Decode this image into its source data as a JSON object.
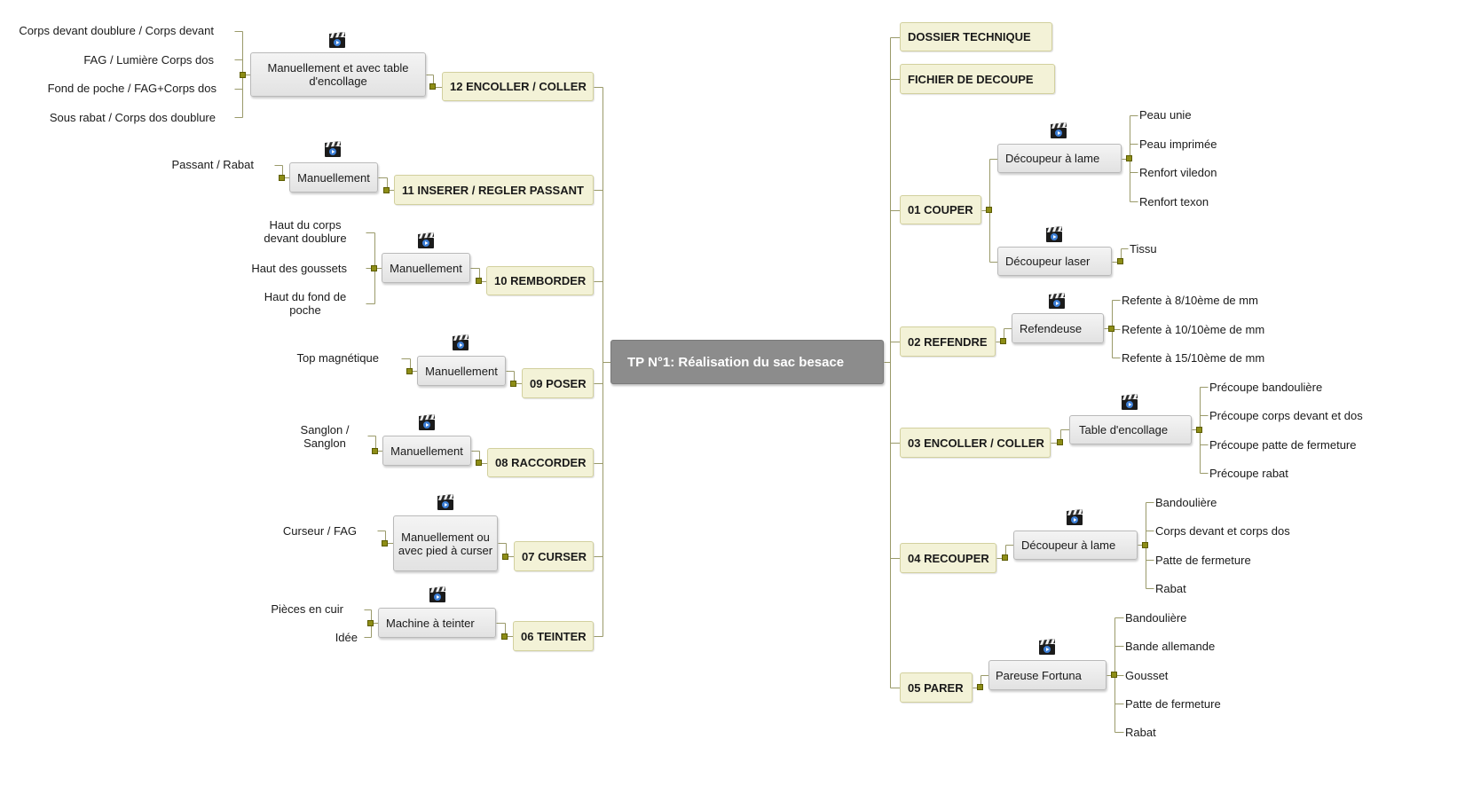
{
  "root": "TP N°1: Réalisation du sac besace",
  "icons": {
    "tool_icon": "video-clapper-icon",
    "expand_knob": "expand-square-icon"
  },
  "colors": {
    "root_bg": "#8c8c8c",
    "step_bg": "#f3f2d7",
    "step_border": "#d2d09e",
    "tool_bg": "#e8e8e8",
    "line": "#9a9a6a",
    "knob": "#8d8d16"
  },
  "right": [
    {
      "label": "DOSSIER TECHNIQUE",
      "tools": []
    },
    {
      "label": "FICHIER DE DECOUPE",
      "tools": []
    },
    {
      "label": "01 COUPER",
      "tools": [
        {
          "label": "Découpeur à lame",
          "items": [
            "Peau unie",
            "Peau imprimée",
            "Renfort viledon",
            "Renfort texon"
          ]
        },
        {
          "label": "Découpeur laser",
          "items": [
            "Tissu"
          ]
        }
      ]
    },
    {
      "label": "02 REFENDRE",
      "tools": [
        {
          "label": "Refendeuse",
          "items": [
            "Refente à 8/10ème de mm",
            "Refente à 10/10ème de mm",
            "Refente à 15/10ème de mm"
          ]
        }
      ]
    },
    {
      "label": "03 ENCOLLER / COLLER",
      "tools": [
        {
          "label": "Table d'encollage",
          "items": [
            "Précoupe bandoulière",
            "Précoupe corps devant et dos",
            "Précoupe patte de fermeture",
            "Précoupe rabat"
          ]
        }
      ]
    },
    {
      "label": "04 RECOUPER",
      "tools": [
        {
          "label": "Découpeur à lame",
          "items": [
            "Bandoulière",
            "Corps devant et corps dos",
            "Patte de fermeture",
            "Rabat"
          ]
        }
      ]
    },
    {
      "label": "05 PARER",
      "tools": [
        {
          "label": "Pareuse Fortuna",
          "items": [
            "Bandoulière",
            "Bande allemande",
            "Gousset",
            "Patte de fermeture",
            "Rabat"
          ]
        }
      ]
    }
  ],
  "left": [
    {
      "label": "12 ENCOLLER / COLLER",
      "tools": [
        {
          "label": "Manuellement et avec table d'encollage",
          "items": [
            "Corps devant doublure / Corps devant",
            "FAG / Lumière Corps dos",
            "Fond de poche / FAG+Corps dos",
            "Sous rabat / Corps dos doublure"
          ]
        }
      ]
    },
    {
      "label": "11 INSERER / REGLER PASSANT",
      "tools": [
        {
          "label": "Manuellement",
          "items": [
            "Passant / Rabat"
          ]
        }
      ]
    },
    {
      "label": "10 REMBORDER",
      "tools": [
        {
          "label": "Manuellement",
          "items": [
            "Haut du corps devant doublure",
            "Haut des goussets",
            "Haut du fond de poche"
          ]
        }
      ]
    },
    {
      "label": "09 POSER",
      "tools": [
        {
          "label": "Manuellement",
          "items": [
            "Top magnétique"
          ]
        }
      ]
    },
    {
      "label": "08 RACCORDER",
      "tools": [
        {
          "label": "Manuellement",
          "items": [
            "Sanglon / Sanglon"
          ]
        }
      ]
    },
    {
      "label": "07 CURSER",
      "tools": [
        {
          "label": "Manuellement ou avec pied à curser",
          "items": [
            "Curseur / FAG"
          ]
        }
      ]
    },
    {
      "label": "06 TEINTER",
      "tools": [
        {
          "label": "Machine à teinter",
          "items": [
            "Pièces en cuir",
            "Idée"
          ]
        }
      ]
    }
  ]
}
